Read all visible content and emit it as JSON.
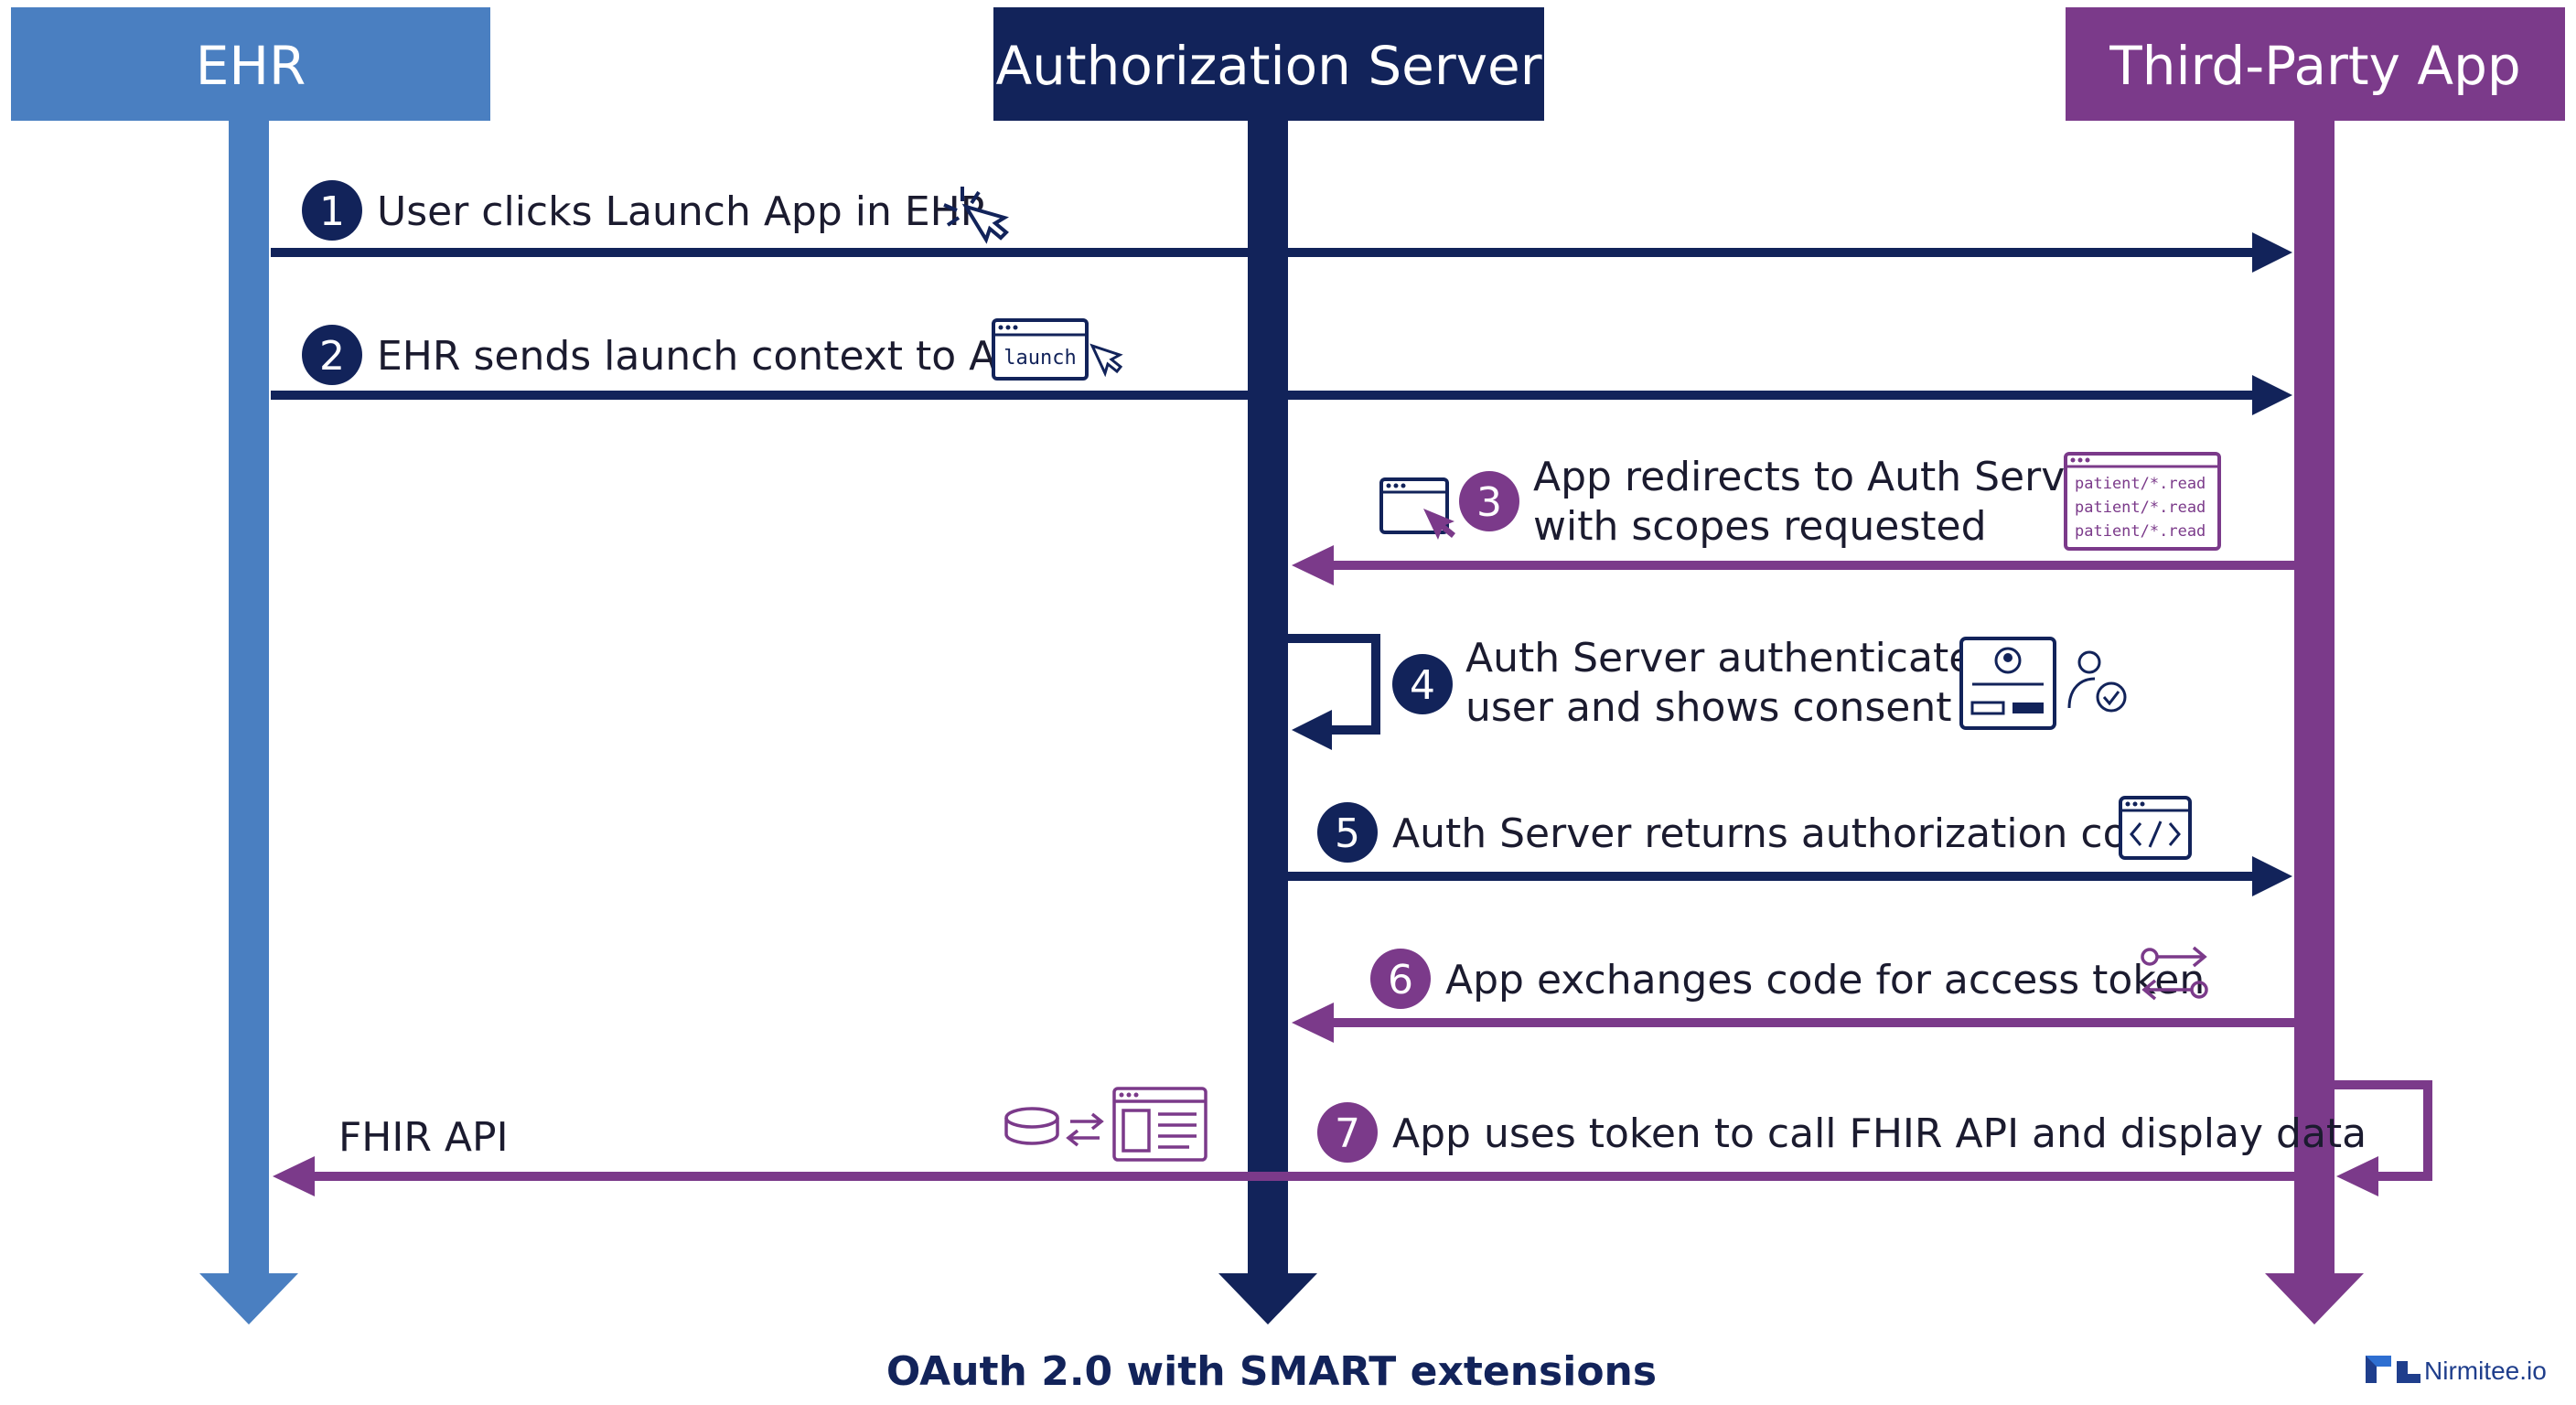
{
  "colors": {
    "ehr": "#4a7fc1",
    "auth": "#12235a",
    "app": "#7b3a8a",
    "text": "#1b1b2f",
    "brand": "#1f3e8c"
  },
  "headers": {
    "ehr": "EHR",
    "auth": "Authorization Server",
    "app": "Third-Party App"
  },
  "steps": [
    {
      "num": "1",
      "line1": "User clicks Launch App in EHR",
      "icon": "cursor-click-icon"
    },
    {
      "num": "2",
      "line1": "EHR sends launch context to App",
      "icon": "launch-window-icon",
      "icon_text": "launch"
    },
    {
      "num": "3",
      "line1": "App redirects to Auth Server",
      "line2": "with scopes requested",
      "icon": "browser-redirect-icon",
      "scopes": [
        "patient/*.read",
        "patient/*.read",
        "patient/*.read"
      ]
    },
    {
      "num": "4",
      "line1": "Auth Server authenticates",
      "line2": "user and shows consent",
      "icon": "id-card-icon"
    },
    {
      "num": "5",
      "line1": "Auth Server returns authorization code",
      "icon": "code-window-icon"
    },
    {
      "num": "6",
      "line1": "App exchanges code for access token",
      "icon": "exchange-arrows-icon"
    },
    {
      "num": "7",
      "line1": "App uses token to call FHIR API and display data",
      "icon": "self-loop-arrow"
    }
  ],
  "fhir_label": "FHIR API",
  "footer": "OAuth 2.0 with SMART extensions",
  "brand": "Nirmitee.io"
}
